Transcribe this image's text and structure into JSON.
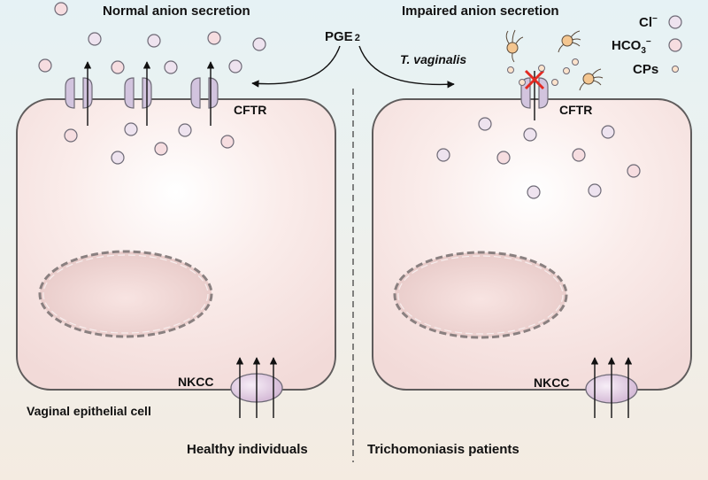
{
  "titles": {
    "left": "Normal anion secretion",
    "right": "Impaired anion secretion"
  },
  "signal": {
    "pge": "PGE",
    "pge_sub": "2",
    "pathogen": "T. vaginalis"
  },
  "legend": {
    "cl": "Cl",
    "cl_sup": "−",
    "hco3_main": "HCO",
    "hco3_sub": "3",
    "hco3_sup": "−",
    "cps": "CPs"
  },
  "labels": {
    "cftr_left": "CFTR",
    "cftr_right": "CFTR",
    "nkcc_left": "NKCC",
    "nkcc_right": "NKCC",
    "cell": "Vaginal epithelial cell"
  },
  "footer": {
    "left": "Healthy individuals",
    "right": "Trichomoniasis patients"
  },
  "colors": {
    "cl_fill": "#eee3ef",
    "hco3_fill": "#f6dde0",
    "ion_stroke": "#6e6a76",
    "cftr_fill": "#d2c4de",
    "cell_edge": "#5f5c5c",
    "inhibit_x": "#e32a22",
    "cp_fill": "#f4c690"
  }
}
